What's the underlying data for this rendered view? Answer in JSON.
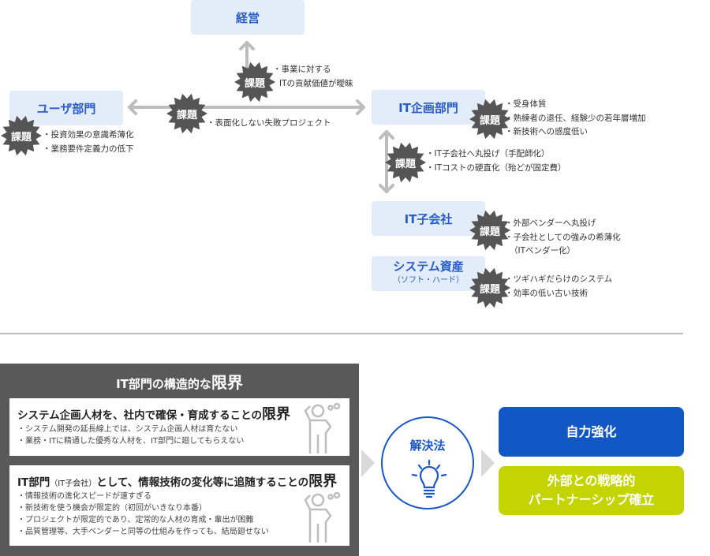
{
  "badge_label": "課題",
  "colors": {
    "node_bg": "#e3edf9",
    "node_text": "#2a5cc8",
    "burst": "#555555",
    "panel": "#595959",
    "solution_blue": "#1257c6",
    "solution_green": "#c3d400",
    "arrow": "#bdbdbd"
  },
  "nodes": {
    "management": "経営",
    "user_dept": "ユーザ部門",
    "it_planning": "IT企画部門",
    "it_subsidiary": "IT子会社",
    "system_assets": "システム資産",
    "system_assets_sub": "（ソフト・ハード）"
  },
  "issues": {
    "management": [
      "・事業に対する",
      "ITの貢献価値が曖昧"
    ],
    "user_link": [
      "・表面化しない失敗プロジェクト"
    ],
    "user_dept": [
      "・投資効果の意識希薄化",
      "・業務要件定義力の低下"
    ],
    "it_planning": [
      "・受身体質",
      "・熟練者の退任、経験少の若年層増加",
      "・新技術への感度低い"
    ],
    "planning_subsidiary": [
      "・IT子会社へ丸投げ（手配師化）",
      "・ITコストの硬直化（殆どが固定費）"
    ],
    "it_subsidiary": [
      "・外部ベンダーへ丸投げ",
      "・子会社としての強みの希薄化",
      "（ITベンダー化）"
    ],
    "system_assets": [
      "・ツギハギだらけのシステム",
      "・効率の低い古い技術"
    ]
  },
  "panel": {
    "title_prefix": "IT部門の構造的な",
    "title_emph": "限界",
    "box1": {
      "title": "システム企画人材を、社内で確保・育成することの",
      "emph": "限界",
      "items": [
        "・システム開発の延長線上では、システム企画人材は育たない",
        "・業務・ITに精通した優秀な人材を、IT部門に廻してもらえない"
      ]
    },
    "box2": {
      "title_a": "IT部門",
      "title_small": "（IT子会社）",
      "title_b": "として、情報技術の変化等に追随することの",
      "emph": "限界",
      "items": [
        "・情報技術の進化スピードが速すぎる",
        "・新技術を使う機会が限定的（初回がいきなり本番）",
        "・プロジェクトが限定的であり、定常的な人材の育成・輩出が困難",
        "・品質管理等、大手ベンダーと同等の仕組みを作っても、結局廻せない"
      ]
    }
  },
  "solution": {
    "label": "解決法",
    "option1": "自力強化",
    "option2_line1": "外部との戦略的",
    "option2_line2": "パートナーシップ確立"
  }
}
